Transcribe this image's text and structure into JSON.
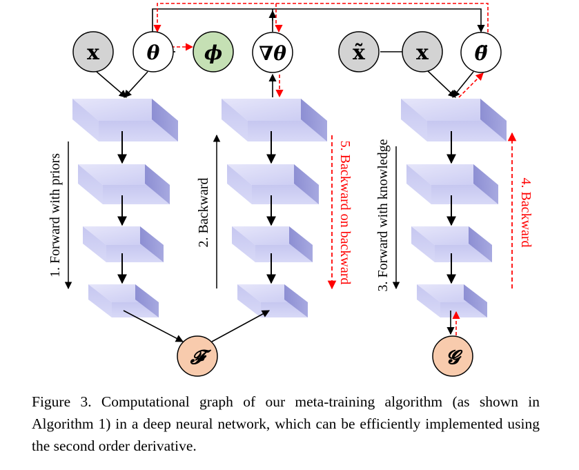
{
  "nodes": {
    "x_left": "x",
    "theta": "θ",
    "phi": "ϕ",
    "grad_theta": "∇θ",
    "x_tilde": "x̃",
    "x_right": "x",
    "theta_ddot": "θ̈",
    "F": "𝓕",
    "G": "𝓖"
  },
  "labels": {
    "forward_priors": "1. Forward with priors",
    "backward": "2. Backward",
    "forward_knowledge": "3. Forward with knowledge",
    "backward_red": "4. Backward",
    "backward_on_backward": "5. Backward on backward"
  },
  "caption": "Figure 3. Computational graph of our meta-training algorithm (as shown in Algorithm 1) in a deep neural network, which can be efficiently implemented using the second order derivative.",
  "colors": {
    "gray_node": "#d3d3d3",
    "green_node": "#c5e0b4",
    "orange_node": "#f8cbad",
    "layer_top": "#d7d8f5",
    "layer_front": "#c3c4ef",
    "layer_side": "#8e90d4",
    "red_arrow": "#ff0000"
  }
}
